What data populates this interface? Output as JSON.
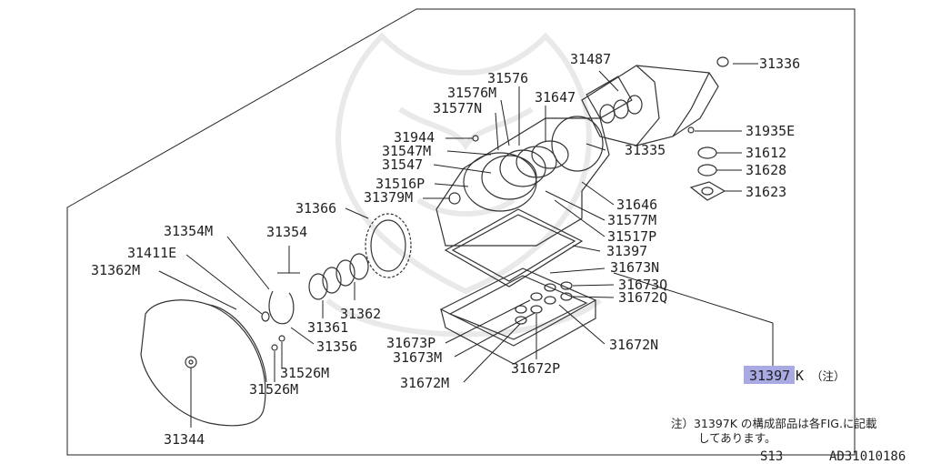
{
  "callouts": {
    "c31336": "31336",
    "c31487": "31487",
    "c31576": "31576",
    "c31576M": "31576M",
    "c31647": "31647",
    "c31577N": "31577N",
    "c31944": "31944",
    "c31547M": "31547M",
    "c31547": "31547",
    "c31516P": "31516P",
    "c31379M": "31379M",
    "c31335": "31335",
    "c31935E": "31935E",
    "c31612": "31612",
    "c31628": "31628",
    "c31623": "31623",
    "c31646": "31646",
    "c31577M": "31577M",
    "c31517P": "31517P",
    "c31366": "31366",
    "c31354M": "31354M",
    "c31354": "31354",
    "c31411E": "31411E",
    "c31362M": "31362M",
    "c31397": "31397",
    "c31673N": "31673N",
    "c31673Q": "31673Q",
    "c31672Q": "31672Q",
    "c31361": "31361",
    "c31362": "31362",
    "c31356": "31356",
    "c31672N": "31672N",
    "c31673P": "31673P",
    "c31673M": "31673M",
    "c31526M_a": "31526M",
    "c31526M_b": "31526M",
    "c31672P": "31672P",
    "c31672M": "31672M",
    "c31344": "31344"
  },
  "kit": {
    "part_number": "31397",
    "suffix": "K",
    "note_mark": "（注）",
    "color": "#a9a9e4"
  },
  "note": {
    "line1": "注）31397K の構成部品は各FIG.に記載",
    "line2": "してあります。"
  },
  "footer": {
    "model": "S13",
    "figure_id": "AD31010186"
  }
}
